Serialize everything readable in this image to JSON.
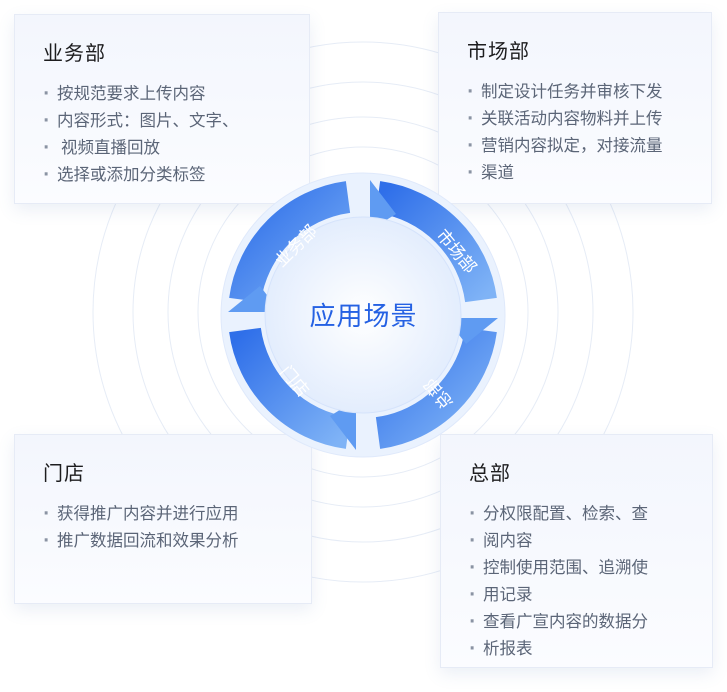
{
  "center": {
    "title": "应用场景"
  },
  "ring_labels": {
    "ywb": "业务部",
    "scb": "市场部",
    "zb": "总部",
    "md": "门店"
  },
  "cards": {
    "ywb": {
      "title": "业务部",
      "items": [
        "按规范要求上传内容",
        "内容形式：图片、文字、",
        "视频直播回放",
        "选择或添加分类标签"
      ]
    },
    "scb": {
      "title": "市场部",
      "items": [
        "制定设计任务并审核下发",
        "关联活动内容物料并上传",
        "营销内容拟定，对接流量",
        "渠道"
      ]
    },
    "md": {
      "title": "门店",
      "items": [
        "获得推广内容并进行应用",
        "推广数据回流和效果分析"
      ]
    },
    "zb": {
      "title": "总部",
      "items": [
        "分权限配置、检索、查",
        "阅内容",
        "控制使用范围、追溯使",
        "用记录",
        "查看广宣内容的数据分",
        "析报表"
      ]
    }
  },
  "colors": {
    "primary": "#2561e3",
    "ring_light": "#eaf2fe",
    "ring_line": "#e8eef8"
  }
}
